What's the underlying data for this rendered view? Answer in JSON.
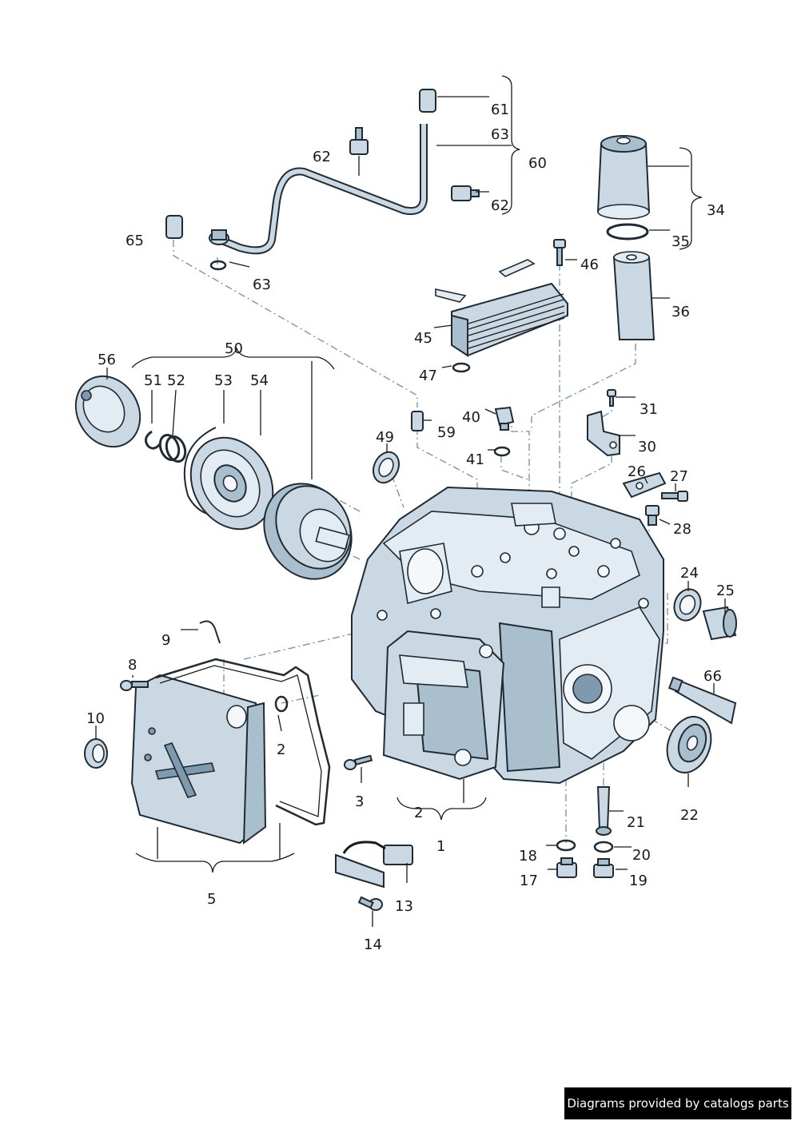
{
  "labels": {
    "l1": "1",
    "l2a": "2",
    "l2b": "2",
    "l3": "3",
    "l5": "5",
    "l8": "8",
    "l9": "9",
    "l10": "10",
    "l13": "13",
    "l14": "14",
    "l17": "17",
    "l18": "18",
    "l19": "19",
    "l20": "20",
    "l21": "21",
    "l22": "22",
    "l24": "24",
    "l25": "25",
    "l26": "26",
    "l27": "27",
    "l28": "28",
    "l30": "30",
    "l31": "31",
    "l34": "34",
    "l35": "35",
    "l36": "36",
    "l40": "40",
    "l41": "41",
    "l45": "45",
    "l46": "46",
    "l47": "47",
    "l49": "49",
    "l50": "50",
    "l51": "51",
    "l52": "52",
    "l53": "53",
    "l54": "54",
    "l56": "56",
    "l59": "59",
    "l60": "60",
    "l61": "61",
    "l62a": "62",
    "l62b": "62",
    "l63a": "63",
    "l63b": "63",
    "l65": "65",
    "l66": "66"
  },
  "footer": {
    "text": "Diagrams provided by catalogs parts"
  },
  "colors": {
    "part_fill": "#c9d8e3",
    "part_shade": "#a9bfce",
    "outline": "#1f2a33",
    "leader": "#1a1a1a",
    "dash_line": "#6f8fa8"
  }
}
